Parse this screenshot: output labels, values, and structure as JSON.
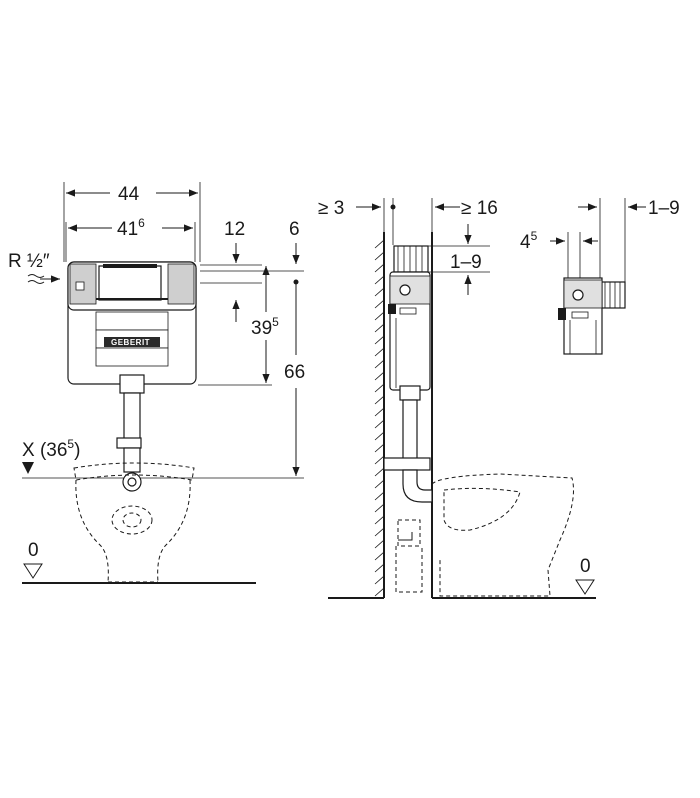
{
  "brand": {
    "logo_text": "GEBERIT"
  },
  "front_view": {
    "width_outer": {
      "base": "44",
      "sup": ""
    },
    "width_inner": {
      "base": "41",
      "sup": "6"
    },
    "top_offset": {
      "base": "12",
      "sup": ""
    },
    "small_offset": {
      "base": "6",
      "sup": ""
    },
    "inlet_height": {
      "base": "39",
      "sup": "5"
    },
    "total_height": {
      "base": "66",
      "sup": ""
    },
    "water_supply": {
      "base": "R ½″",
      "sup": ""
    },
    "pan_height": {
      "base": "X (36",
      "sup": "5",
      "tail": ")"
    },
    "floor_level": "0"
  },
  "side_view": {
    "wall_gap": {
      "base": "≥ 3",
      "sup": ""
    },
    "depth": {
      "base": "≥ 16",
      "sup": ""
    },
    "adjust": {
      "base": "1–9",
      "sup": ""
    },
    "floor_level": "0"
  },
  "detail_view": {
    "adjust": {
      "base": "1–9",
      "sup": ""
    },
    "offset": {
      "base": "4",
      "sup": "5"
    }
  }
}
